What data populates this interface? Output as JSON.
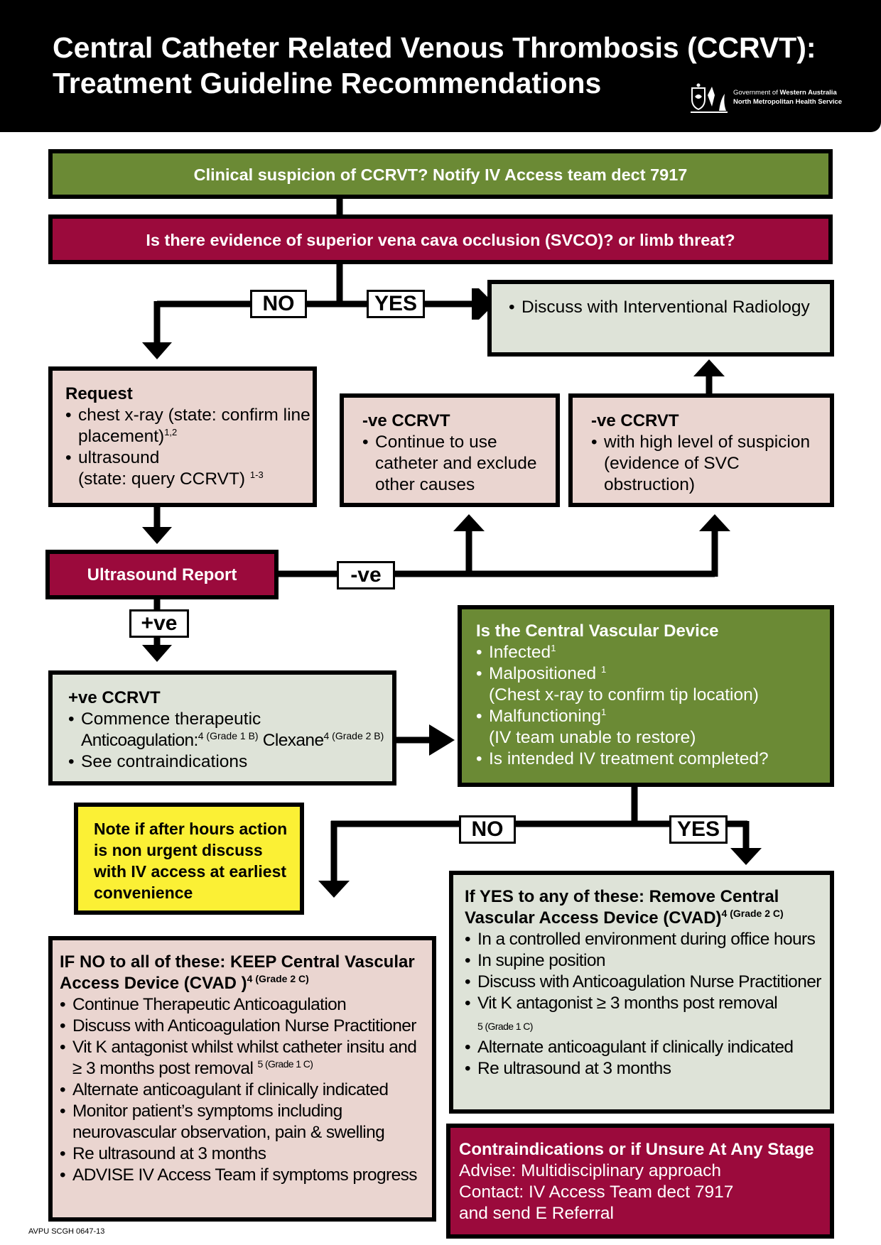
{
  "header": {
    "title_line1": "Central Catheter Related Venous Thrombosis (CCRVT):",
    "title_line2": "Treatment Guideline Recommendations",
    "gov_line1_prefix": "Government of ",
    "gov_line1_bold": "Western Australia",
    "gov_line2": "North Metropolitan Health Service"
  },
  "clinical": {
    "text": "Clinical suspicion of CCRVT? Notify IV Access team dect 7917"
  },
  "svco": {
    "text": "Is there evidence of superior vena cava occlusion (SVCO)? or limb threat?"
  },
  "labels": {
    "no": "NO",
    "yes": "YES",
    "neg": "-ve",
    "pos": "+ve"
  },
  "radiology": {
    "items": [
      "Discuss with Interventional Radiology"
    ]
  },
  "request": {
    "heading": "Request",
    "item1": "chest x-ray (state: confirm line placement)",
    "item1_ref": "1,2",
    "item2_line1": "ultrasound",
    "item2_line2": "(state: query CCRVT) ",
    "item2_ref": "1-3"
  },
  "neg_ccrvt_1": {
    "heading": "-ve CCRVT",
    "item": "Continue to use catheter and exclude other causes"
  },
  "neg_ccrvt_2": {
    "heading": "-ve CCRVT",
    "item": "with high level of suspicion (evidence of SVC obstruction)"
  },
  "ultrasound": {
    "text": "Ultrasound Report"
  },
  "pos_ccrvt": {
    "heading": "+ve CCRVT",
    "item1": "Commence therapeutic",
    "item2": "Anticoagulation:",
    "item2_ref": "4 (Grade 1 B)",
    "item2_drug": " Clexane",
    "item2_drug_ref": "4 (Grade 2 B)",
    "item3": "See contraindications"
  },
  "device": {
    "heading": "Is the Central Vascular Device",
    "infected": "Infected",
    "infected_ref": "1",
    "malpositioned": "Malpositioned ",
    "malpositioned_ref": "1",
    "malpositioned_note": "(Chest x-ray to confirm tip location)",
    "malfunctioning": "Malfunctioning",
    "malfunctioning_ref": "1",
    "malfunctioning_note": "(IV team unable to restore)",
    "completed": "Is intended IV treatment completed?"
  },
  "note": {
    "text": "Note if after hours action is non urgent discuss with IV access at earliest convenience"
  },
  "keep": {
    "heading": "IF NO to all of these: KEEP Central Vascular Access Device (CVAD )",
    "heading_ref": "4 (Grade 2 C)",
    "item1": "Continue Therapeutic Anticoagulation",
    "item2": "Discuss with Anticoagulation Nurse Practitioner",
    "item3": "Vit K antagonist whilst whilst catheter insitu and ≥ 3 months post removal ",
    "item3_ref": "5 (Grade 1 C)",
    "item4": "Alternate anticoagulant if clinically indicated",
    "item5": "Monitor patient’s symptoms including neurovascular observation, pain & swelling",
    "item6": "Re ultrasound at 3 months",
    "item7": "ADVISE IV Access Team if symptoms progress"
  },
  "remove": {
    "heading": "If YES to any of these: Remove Central Vascular Access Device (CVAD)",
    "heading_ref": "4 (Grade 2 C)",
    "item1": "In a controlled environment during office hours",
    "item2": "In supine position",
    "item3": "Discuss with Anticoagulation Nurse Practitioner",
    "item4": "Vit K antagonist ≥ 3 months post  removal",
    "item4_ref": "5 (Grade 1 C)",
    "item5": "Alternate anticoagulant if clinically indicated",
    "item6": "Re ultrasound at 3 months"
  },
  "contra": {
    "heading": "Contraindications or if Unsure At Any Stage",
    "line1": "Advise: Multidisciplinary approach",
    "line2": "Contact: IV Access Team dect 7917",
    "line3": "and send E Referral"
  },
  "footer": {
    "code": "AVPU SCGH 0647-13"
  },
  "colors": {
    "green": "#6b8a35",
    "red": "#9b0a3c",
    "pink": "#ead5d0",
    "grey": "#dee3d8",
    "yellow": "#fbf035"
  }
}
